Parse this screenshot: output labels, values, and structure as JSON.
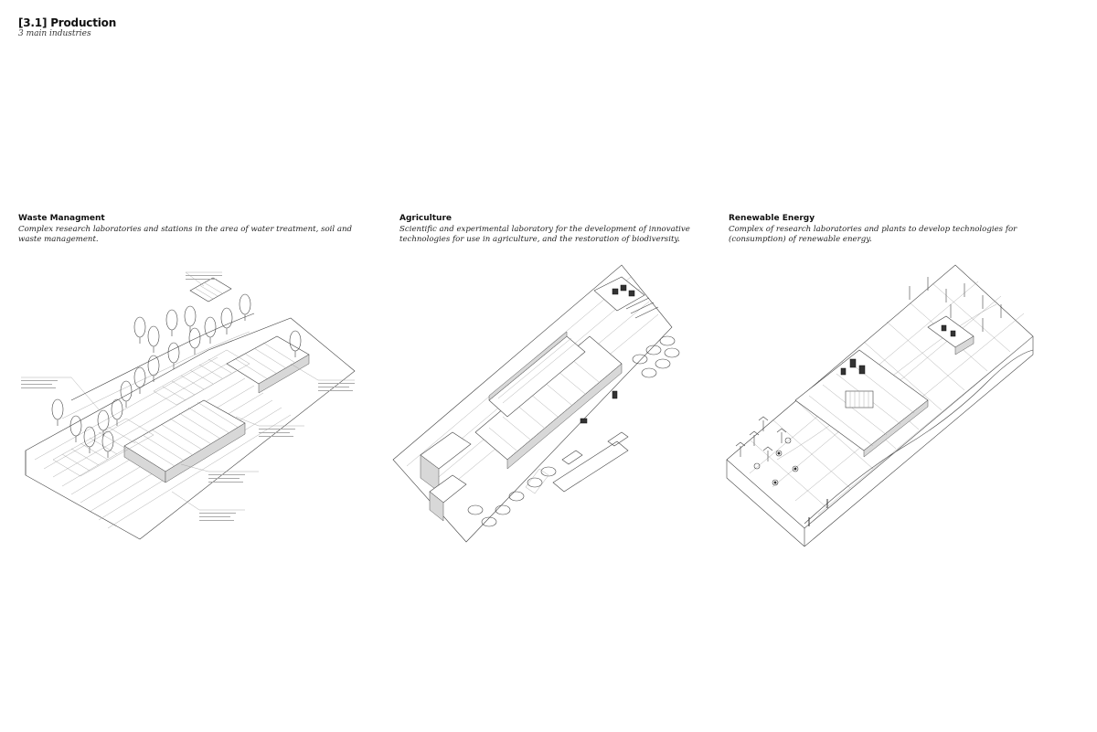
{
  "header": {
    "title": "[3.1] Production",
    "subtitle": "3 main industries"
  },
  "panels": [
    {
      "title": "Waste Managment",
      "description": "Complex research laboratories and stations in the area of water treatment, soil and waste management."
    },
    {
      "title": "Agriculture",
      "description": "Scientific and experimental laboratory for the development of innovative technologies for use in agriculture, and the restoration of biodiversity."
    },
    {
      "title": "Renewable Energy",
      "description": "Complex of research laboratories and plants to develop technologies for (consumption) of renewable energy."
    }
  ],
  "colors": {
    "background": "#ffffff",
    "ink": "#111111",
    "line": "#444444"
  }
}
